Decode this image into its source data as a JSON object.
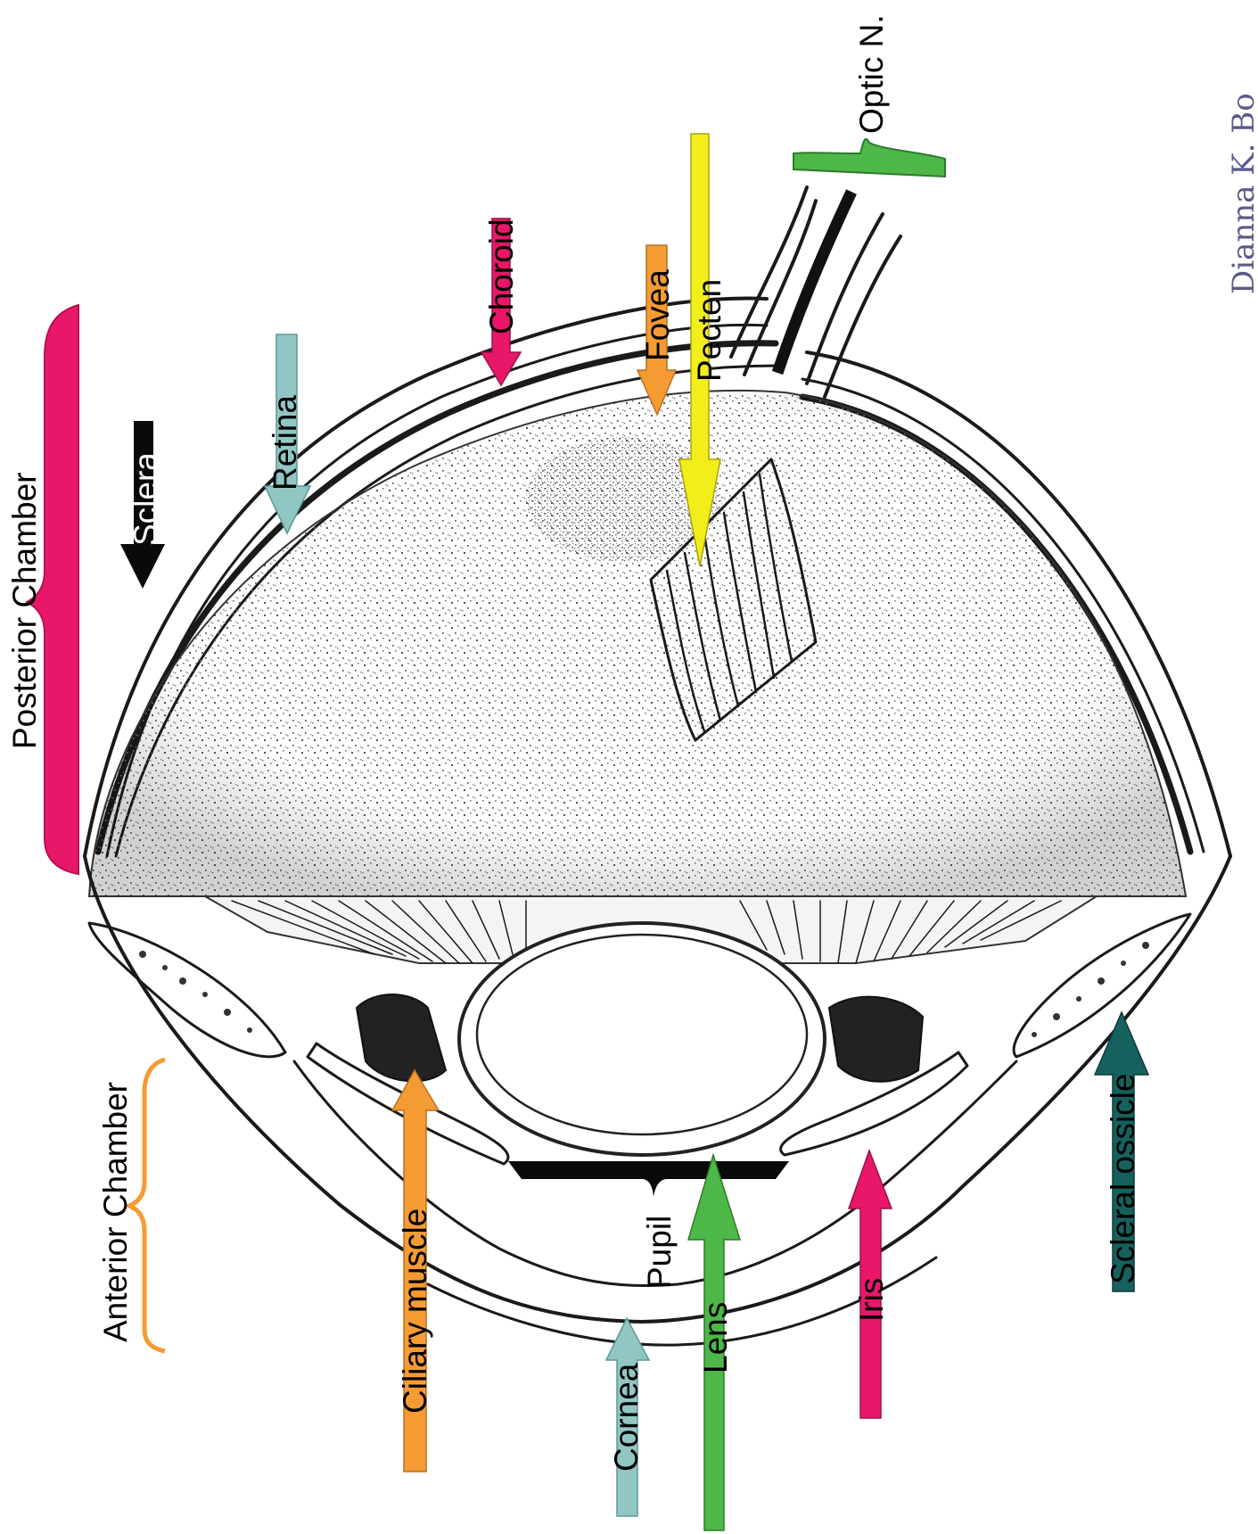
{
  "diagram": {
    "labels": {
      "optic_n": "Optic N.",
      "choroid": "Choroid",
      "fovea": "Fovea",
      "pecten": "Pecten",
      "retina": "Retina",
      "sclera": "Sclera",
      "posterior_chamber": "Posterior Chamber",
      "anterior_chamber": "Anterior Chamber",
      "ciliary_muscle": "Ciliary muscle",
      "cornea": "Cornea",
      "pupil": "Pupil",
      "lens": "Lens",
      "iris": "Iris",
      "scleral_ossicle": "Scleral ossicle"
    },
    "watermark": "Dianna K. Bo"
  },
  "colors": {
    "pink": "#e8176a",
    "orange": "#f59b34",
    "yellow": "#f2ee1c",
    "light_teal": "#92c6c4",
    "black": "#0a0a0a",
    "green": "#4db848",
    "dark_teal": "#16615d",
    "optic_green": "#4db848"
  }
}
